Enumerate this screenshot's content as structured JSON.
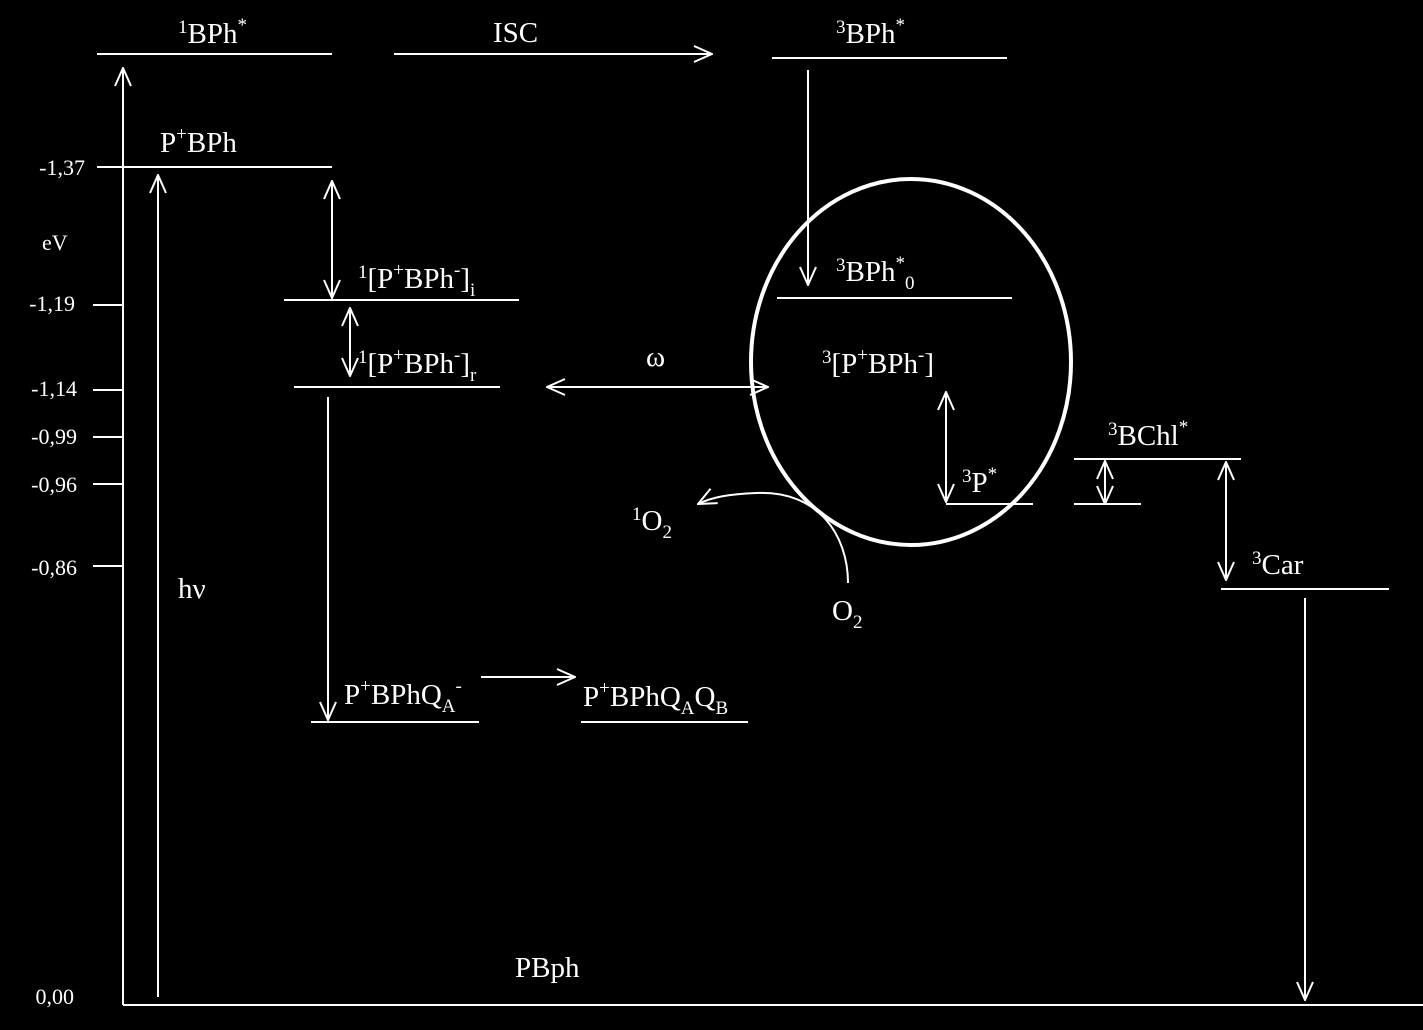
{
  "axis": {
    "unit": "eV",
    "ticks": [
      {
        "value": "-1,37"
      },
      {
        "value": "-1,19"
      },
      {
        "value": "-1,14"
      },
      {
        "value": "-0,99"
      },
      {
        "value": "-0,96"
      },
      {
        "value": "-0,86"
      },
      {
        "value": "0,00"
      }
    ]
  },
  "states": {
    "singlet_bph": {
      "pre": "1",
      "main": "BPh",
      "sup": "*"
    },
    "isc": "ISC",
    "triplet_bph": {
      "pre": "3",
      "main": "BPh",
      "sup": "*"
    },
    "p_plus_bph": {
      "main": "P",
      "sup": "+",
      "rest": "BPh"
    },
    "rp_i": {
      "pre": "1",
      "a": "[P",
      "sup1": "+",
      "b": "BPh",
      "sup2": "-",
      "c": "]",
      "sub": "i"
    },
    "rp_r": {
      "pre": "1",
      "a": "[P",
      "sup1": "+",
      "b": "BPh",
      "sup2": "-",
      "c": "]",
      "sub": "r"
    },
    "omega": "ω",
    "triplet_bph0": {
      "pre": "3",
      "main": "BPh",
      "sup": "*",
      "sub": "0"
    },
    "triplet_rp": {
      "pre": "3",
      "a": "[P",
      "sup1": "+",
      "b": "BPh",
      "sup2": "-",
      "c": "]"
    },
    "triplet_p": {
      "pre": "3",
      "main": "P",
      "sup": "*"
    },
    "triplet_bchl": {
      "pre": "3",
      "main": "BChl",
      "sup": "*"
    },
    "triplet_car": {
      "pre": "3",
      "main": "Car"
    },
    "singlet_o2": {
      "pre": "1",
      "main": "O",
      "sub": "2"
    },
    "o2": {
      "main": "O",
      "sub": "2"
    },
    "hv": "hν",
    "p_bph_qa": {
      "a": "P",
      "sup1": "+",
      "b": "BPhQ",
      "sub1": "A",
      "sup2": "-"
    },
    "p_bph_qa_qb": {
      "a": "P",
      "sup1": "+",
      "b": "BPhQ",
      "sub1": "A",
      "c": "Q",
      "sub2": "B"
    },
    "ground": "PBph"
  }
}
